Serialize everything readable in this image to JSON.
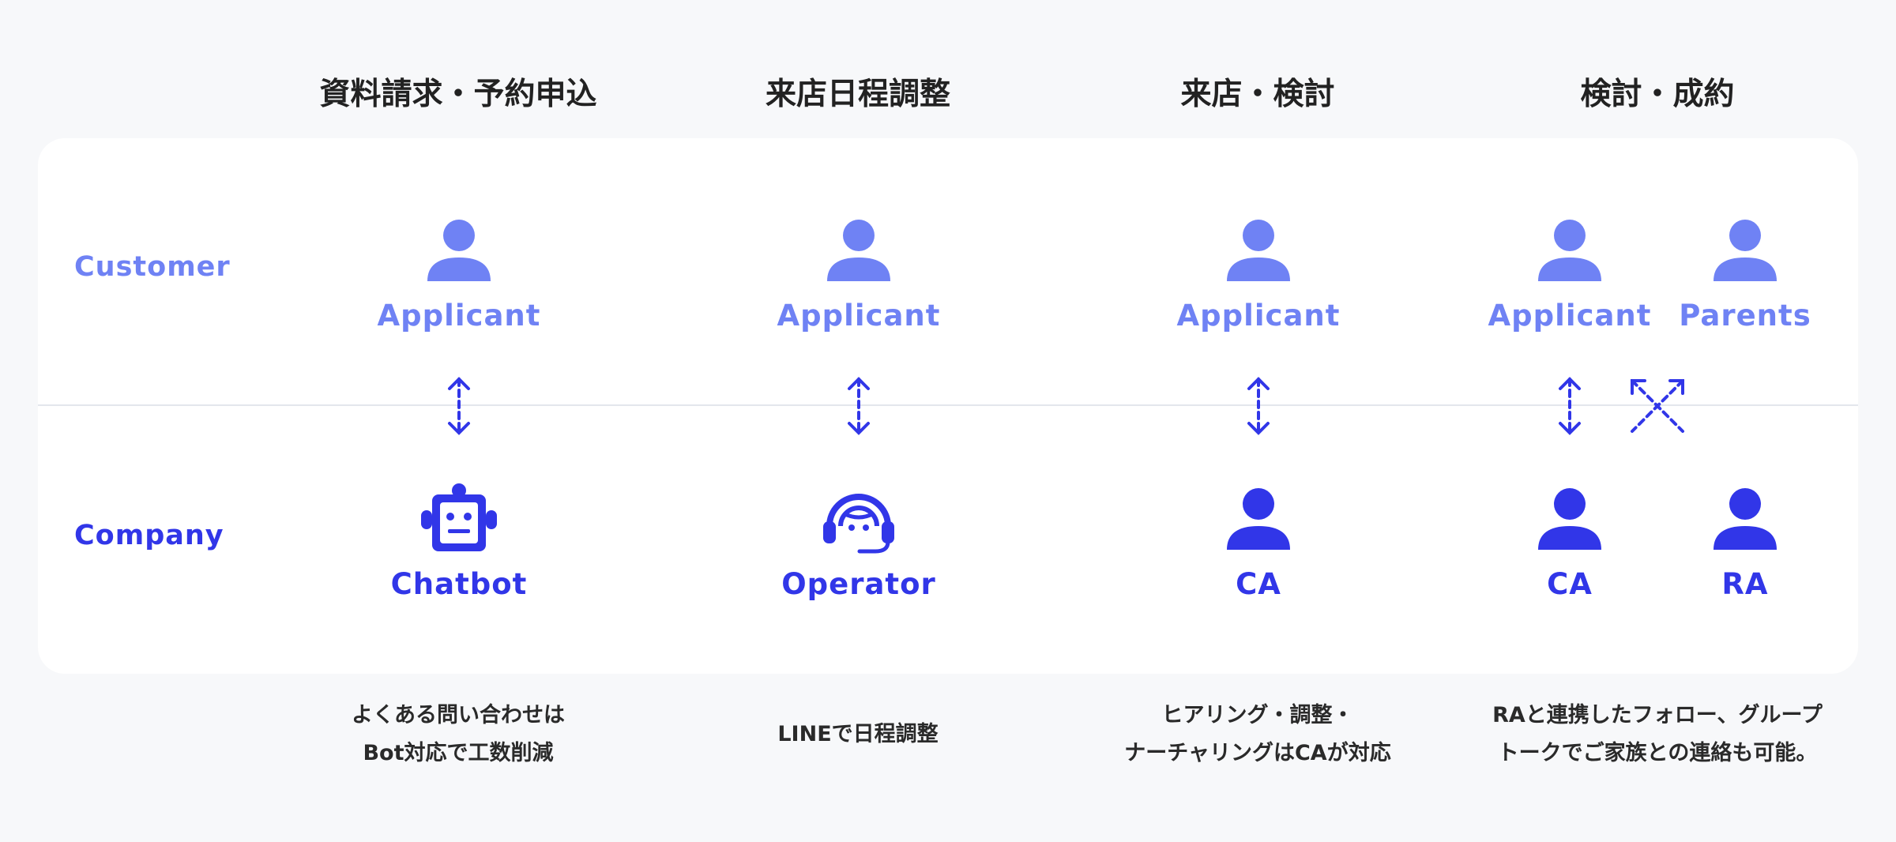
{
  "stages": [
    {
      "title": "資料請求・予約申込"
    },
    {
      "title": "来店日程調整"
    },
    {
      "title": "来店・検討"
    },
    {
      "title": "検討・成約"
    }
  ],
  "rows": {
    "customer": "Customer",
    "company": "Company"
  },
  "customers": [
    "Applicant",
    "Applicant",
    "Applicant",
    "Applicant",
    "Parents"
  ],
  "companies": [
    "Chatbot",
    "Operator",
    "CA",
    "CA",
    "RA"
  ],
  "notes": [
    {
      "line1": "よくある問い合わせは",
      "line2": "Bot対応で工数削減"
    },
    {
      "line1": "LINEで日程調整",
      "line2": ""
    },
    {
      "line1": "ヒアリング・調整・",
      "line2": "ナーチャリングはCAが対応"
    },
    {
      "line1": "RAと連携したフォロー、グループ",
      "line2": "トークでご家族との連絡も可能。"
    }
  ],
  "colors": {
    "customer": "#6f82f4",
    "company": "#3136e8",
    "card": "#ffffff",
    "background": "#f7f8fa"
  },
  "icons": {
    "person": "person-icon",
    "robot": "robot-icon",
    "headset": "headset-operator-icon",
    "arrow": "bidirectional-arrow-icon",
    "cross": "cross-arrows-icon"
  }
}
